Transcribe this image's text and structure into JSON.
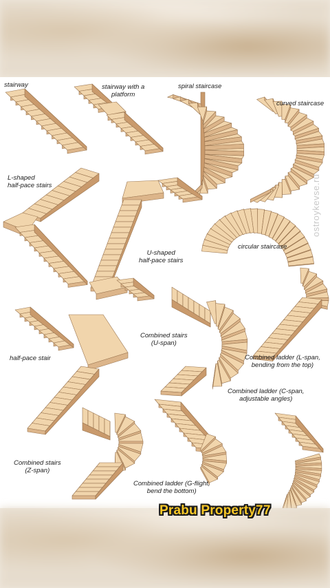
{
  "labels": {
    "stairway": "stairway",
    "stairway_platform": "stairway with a\nplatform",
    "spiral": "spiral staircase",
    "curved": "curved staircase",
    "l_shaped": "L-shaped\nhalf-pace stairs",
    "u_shaped": "U-shaped\nhalf-pace stairs",
    "circular": "circular staircase",
    "half_pace": "half-pace stair",
    "combined_u": "Combined stairs\n(U-span)",
    "combined_ladder_l": "Combined ladder (L-span,\nbending from the top)",
    "combined_ladder_c": "Combined ladder (C-span,\nadjustable angles)",
    "combined_z": "Combined stairs\n(Z-span)",
    "combined_ladder_g": "Combined ladder (G-flight,\nbend the bottom)"
  },
  "watermark": "ostroykevse.ru",
  "brand": "Prabu Property77",
  "colors": {
    "wood_top": "#f1d5ac",
    "wood_front": "#dcb58a",
    "wood_side": "#c99a6c",
    "outline": "#9a7550",
    "brand": "#f7c627"
  }
}
